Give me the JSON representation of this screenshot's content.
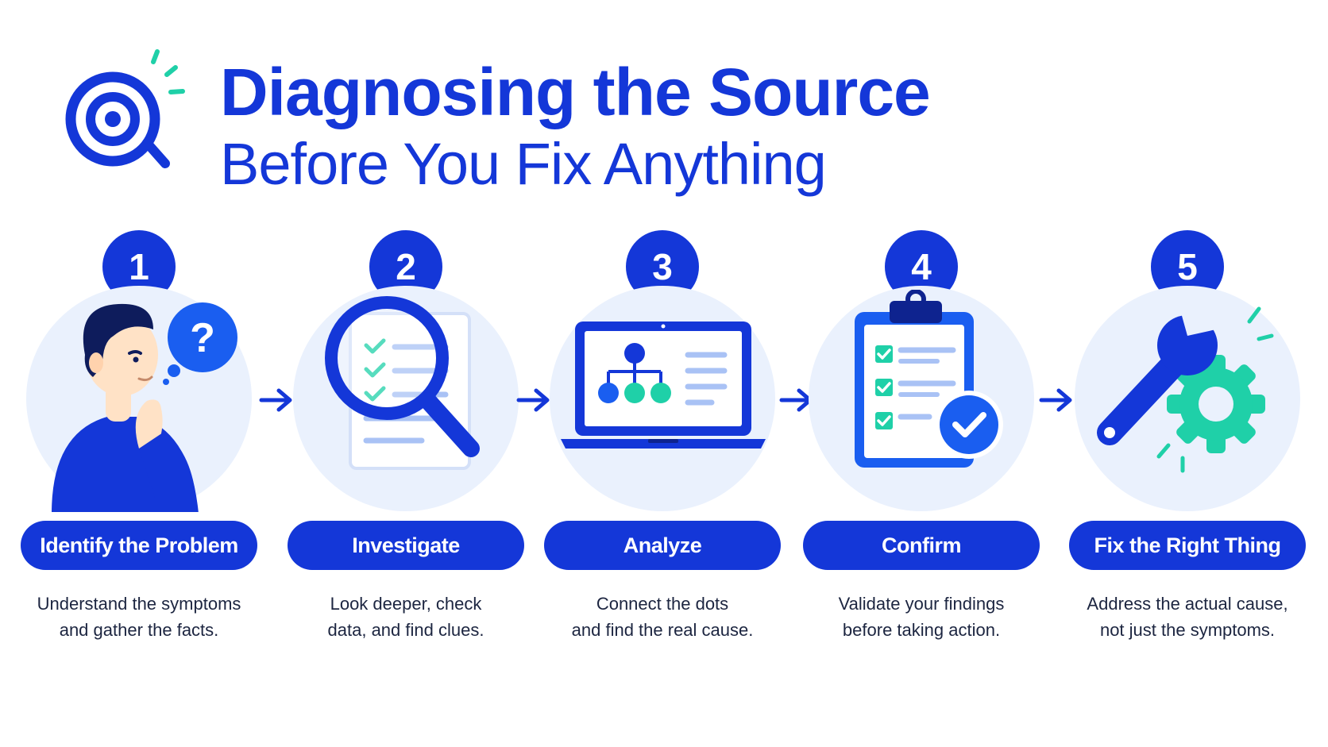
{
  "title": {
    "line1": "Diagnosing the Source",
    "line2": "Before You Fix Anything"
  },
  "steps": [
    {
      "number": "1",
      "label": "Identify the Problem",
      "desc_line1": "Understand the symptoms",
      "desc_line2": "and gather the facts.",
      "icon": "thinking-person-icon"
    },
    {
      "number": "2",
      "label": "Investigate",
      "desc_line1": "Look deeper, check",
      "desc_line2": "data, and find clues.",
      "icon": "magnifier-checklist-icon"
    },
    {
      "number": "3",
      "label": "Analyze",
      "desc_line1": "Connect the dots",
      "desc_line2": "and find the real cause.",
      "icon": "laptop-diagram-icon"
    },
    {
      "number": "4",
      "label": "Confirm",
      "desc_line1": "Validate your findings",
      "desc_line2": "before taking action.",
      "icon": "clipboard-check-icon"
    },
    {
      "number": "5",
      "label": "Fix the Right Thing",
      "desc_line1": "Address the actual cause,",
      "desc_line2": "not just the symptoms.",
      "icon": "wrench-gear-icon"
    }
  ],
  "colors": {
    "primary": "#1437d8",
    "accent": "#1fd0a8",
    "circle_bg": "#eaf1fd",
    "text": "#1c2540"
  }
}
